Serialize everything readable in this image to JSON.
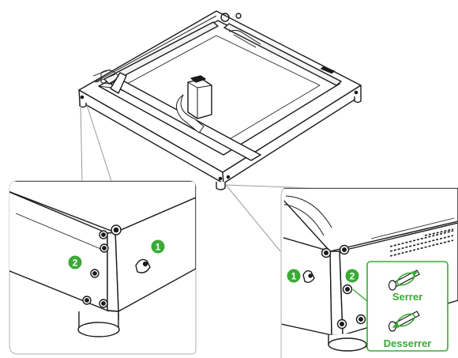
{
  "colors": {
    "accent_green": "#3aaa35",
    "line": "#1a1a1a",
    "leader": "#9a9a9a",
    "panel_border": "#bdbdbd"
  },
  "markers": {
    "left_one": "1",
    "left_two": "2",
    "right_one": "1",
    "right_two": "2"
  },
  "labels": {
    "tighten": "Serrer",
    "loosen": "Desserrer"
  }
}
